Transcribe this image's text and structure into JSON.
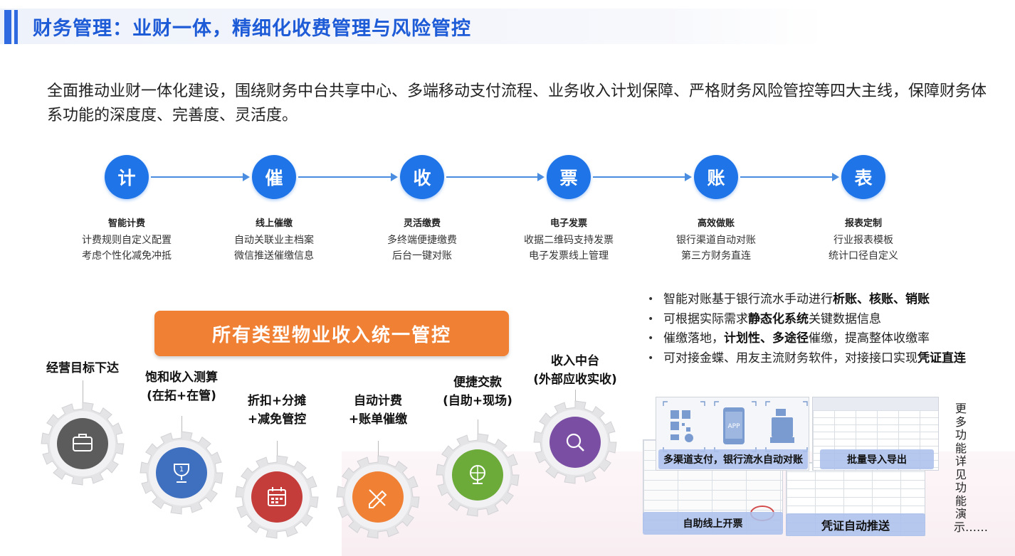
{
  "header": {
    "title": "财务管理：业财一体，精细化收费管理与风险管控"
  },
  "intro": "全面推动业财一体化建设，围绕财务中台共享中心、多端移动支付流程、业务收入计划保障、严格财务风险管控等四大主线，保障财务体系功能的深度度、完善度、灵活度。",
  "flow": [
    {
      "char": "计",
      "label": "智能计费",
      "desc1": "计费规则自定义配置",
      "desc2": "考虑个性化减免冲抵"
    },
    {
      "char": "催",
      "label": "线上催缴",
      "desc1": "自动关联业主档案",
      "desc2": "微信推送催缴信息"
    },
    {
      "char": "收",
      "label": "灵活缴费",
      "desc1": "多终端便捷缴费",
      "desc2": "后台一键对账"
    },
    {
      "char": "票",
      "label": "电子发票",
      "desc1": "收据二维码支持发票",
      "desc2": "电子发票线上管理"
    },
    {
      "char": "账",
      "label": "高效做账",
      "desc1": "银行渠道自动对账",
      "desc2": "第三方财务直连"
    },
    {
      "char": "表",
      "label": "报表定制",
      "desc1": "行业报表模板",
      "desc2": "统计口径自定义"
    }
  ],
  "banner": "所有类型物业收入统一管控",
  "gears": [
    {
      "line1": "经营目标下达",
      "line2": "",
      "icon": "briefcase-icon",
      "color": "#5c5c5c"
    },
    {
      "line1": "饱和收入测算",
      "line2": "(在拓+在管)",
      "icon": "trophy-icon",
      "color": "#3f6fbf"
    },
    {
      "line1": "折扣+分摊",
      "line2": "+减免管控",
      "icon": "calendar-icon",
      "color": "#c43d3a"
    },
    {
      "line1": "自动计费",
      "line2": "+账单催缴",
      "icon": "pencil-ruler-icon",
      "color": "#f08134"
    },
    {
      "line1": "便捷交款",
      "line2": "(自助+现场)",
      "icon": "globe-icon",
      "color": "#6cab3a"
    },
    {
      "line1": "收入中台",
      "line2": "(外部应收实收)",
      "icon": "search-icon",
      "color": "#7a4ea3"
    }
  ],
  "bullets": [
    {
      "pre": "智能对账基于银行流水手动进行",
      "bold": "析账、核账、销账",
      "post": ""
    },
    {
      "pre": "可根据实际需求",
      "bold": "静态化系统",
      "post": "关键数据信息"
    },
    {
      "pre": "催缴落地，",
      "bold": "计划性、多途径",
      "post": "催缴，提高整体收缴率"
    },
    {
      "pre": "可对接金蝶、用友主流财务软件，对接接口实现",
      "bold": "凭证直连",
      "post": ""
    }
  ],
  "captions": {
    "payment": "多渠道支付，银行流水自动对账",
    "export": "批量导入导出",
    "invoice": "自助线上开票",
    "voucher": "凭证自动推送"
  },
  "screen_labels": {
    "app": "APP"
  },
  "more": "更多功能详见功能演示……",
  "colors": {
    "accent": "#1e5bd7",
    "node": "#1f74e8",
    "banner": "#f08134"
  }
}
